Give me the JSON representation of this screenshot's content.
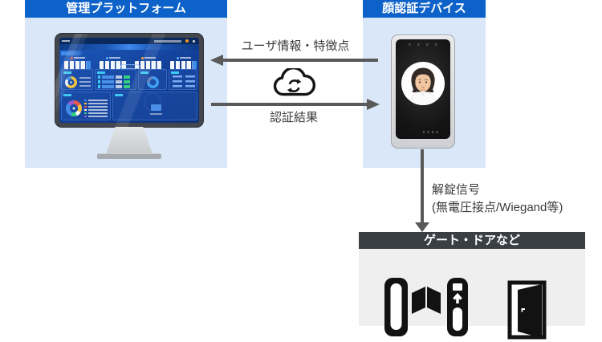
{
  "left_panel": {
    "title": "管理プラットフォーム"
  },
  "right_panel": {
    "title": "顔認証デバイス"
  },
  "gate_panel": {
    "title": "ゲート・ドアなど"
  },
  "flow_labels": {
    "device_to_platform": "ユーザ情報・特徴点",
    "platform_to_device": "認証結果",
    "unlock_signal_line1": "解錠信号",
    "unlock_signal_line2": "(無電圧接点/Wiegand等)"
  },
  "icons": {
    "cloud": "cloud-sync-icon",
    "gate": "security-gate-icon",
    "door": "open-door-icon",
    "monitor": "management-dashboard-monitor",
    "face_device": "face-recognition-terminal"
  },
  "colors": {
    "header_blue": "#0D62C9",
    "panel_light_blue": "#D9E7F8",
    "arrow_gray": "#595959",
    "gate_header_dark": "#3A3F46",
    "gate_body_gray": "#EFEFEF",
    "dashboard_blue": "#123F97"
  }
}
